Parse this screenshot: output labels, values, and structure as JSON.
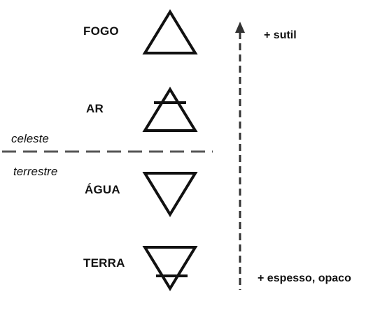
{
  "elements": {
    "fire": {
      "label": "FOGO",
      "symbol": "fire-symbol-icon"
    },
    "air": {
      "label": "AR",
      "symbol": "air-symbol-icon"
    },
    "water": {
      "label": "ÁGUA",
      "symbol": "water-symbol-icon"
    },
    "earth": {
      "label": "TERRA",
      "symbol": "earth-symbol-icon"
    }
  },
  "zones": {
    "upper": "celeste",
    "lower": "terrestre"
  },
  "scale": {
    "top": "+ sutil",
    "bottom": "+ espesso, opaco"
  },
  "colors": {
    "stroke": "#111111",
    "divider": "#555555",
    "arrow": "#333333",
    "background": "#ffffff"
  }
}
